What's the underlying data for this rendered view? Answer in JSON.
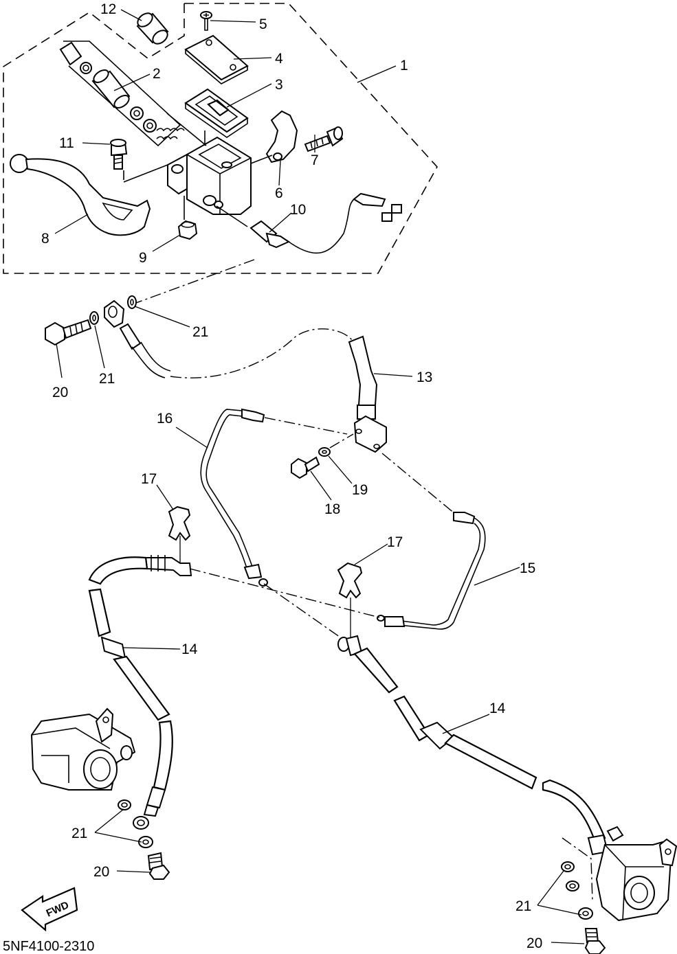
{
  "diagram": {
    "part_numbers": [
      "1",
      "2",
      "3",
      "4",
      "5",
      "6",
      "7",
      "8",
      "9",
      "10",
      "11",
      "12",
      "13",
      "14",
      "15",
      "16",
      "17",
      "18",
      "19",
      "20",
      "21"
    ],
    "labels": {
      "p1": "1",
      "p2": "2",
      "p3": "3",
      "p4": "4",
      "p5": "5",
      "p6": "6",
      "p7": "7",
      "p8": "8",
      "p9": "9",
      "p10": "10",
      "p11": "11",
      "p12": "12",
      "p13": "13",
      "p14a": "14",
      "p14b": "14",
      "p15": "15",
      "p16": "16",
      "p17a": "17",
      "p17b": "17",
      "p18": "18",
      "p19": "19",
      "p20a": "20",
      "p20b": "20",
      "p20c": "20",
      "p21a": "21",
      "p21b": "21",
      "p21c": "21",
      "p21d": "21"
    },
    "fwd_text": "FWD",
    "diagram_code": "5NF4100-2310"
  }
}
